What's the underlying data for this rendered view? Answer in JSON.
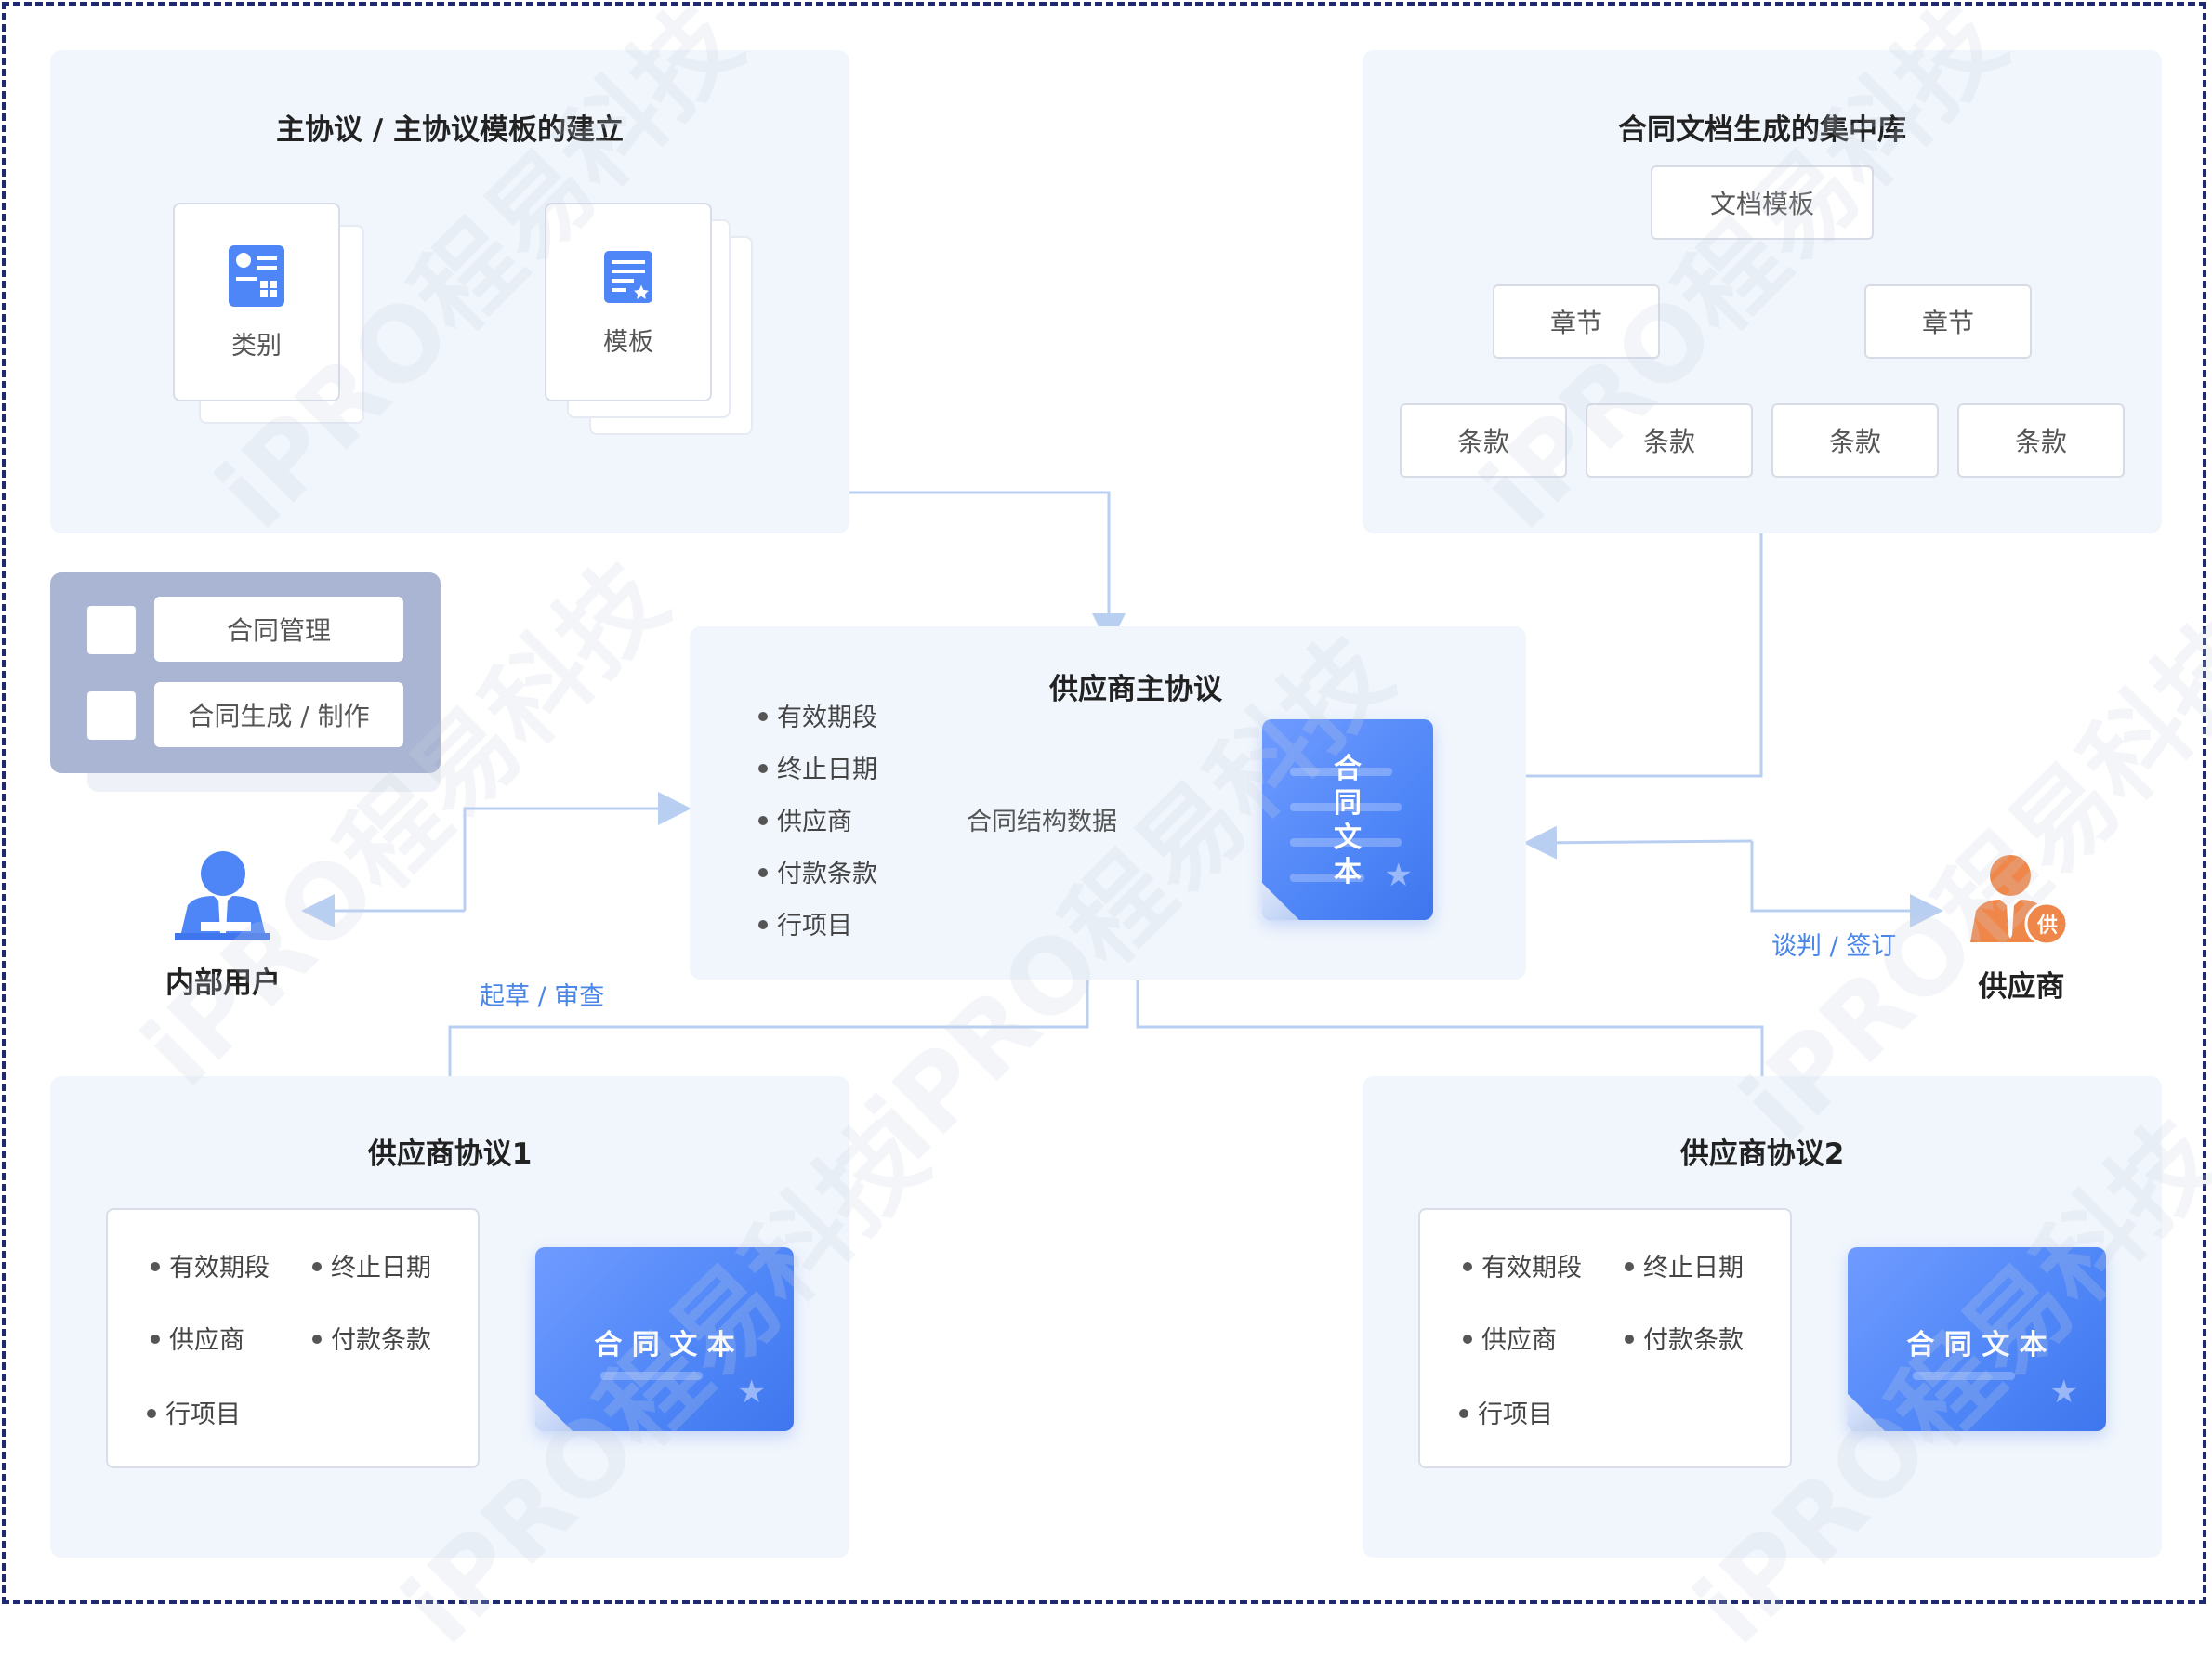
{
  "panels": {
    "master_template": {
      "title": "主协议 / 主协议模板的建立",
      "category_label": "类别",
      "template_label": "模板"
    },
    "doc_library": {
      "title": "合同文档生成的集中库",
      "root": "文档模板",
      "chapters": [
        "章节",
        "章节"
      ],
      "clauses": [
        "条款",
        "条款",
        "条款",
        "条款"
      ]
    },
    "menu": {
      "items": [
        "合同管理",
        "合同生成 / 制作"
      ]
    },
    "master_agreement": {
      "title": "供应商主协议",
      "fields": [
        "有效期段",
        "终止日期",
        "供应商",
        "付款条款",
        "行项目"
      ],
      "structure_label": "合同结构数据",
      "doc_chars": [
        "合",
        "同",
        "文",
        "本"
      ]
    },
    "agreement1": {
      "title": "供应商协议1",
      "fields": [
        "有效期段",
        "终止日期",
        "供应商",
        "付款条款",
        "行项目"
      ],
      "doc_label": "合 同 文 本"
    },
    "agreement2": {
      "title": "供应商协议2",
      "fields": [
        "有效期段",
        "终止日期",
        "供应商",
        "付款条款",
        "行项目"
      ],
      "doc_label": "合 同 文 本"
    }
  },
  "actors": {
    "internal": {
      "label": "内部用户",
      "action": "起草 / 审查",
      "color": "#4a86e8"
    },
    "supplier": {
      "label": "供应商",
      "badge": "供",
      "action": "谈判 / 签订",
      "color": "#f0874a"
    }
  },
  "watermark": "iPRO程易科技",
  "colors": {
    "accent": "#4f86f7",
    "panel": "#f1f6fd",
    "connector": "#b9cff2",
    "border": "#1f2a6e"
  }
}
